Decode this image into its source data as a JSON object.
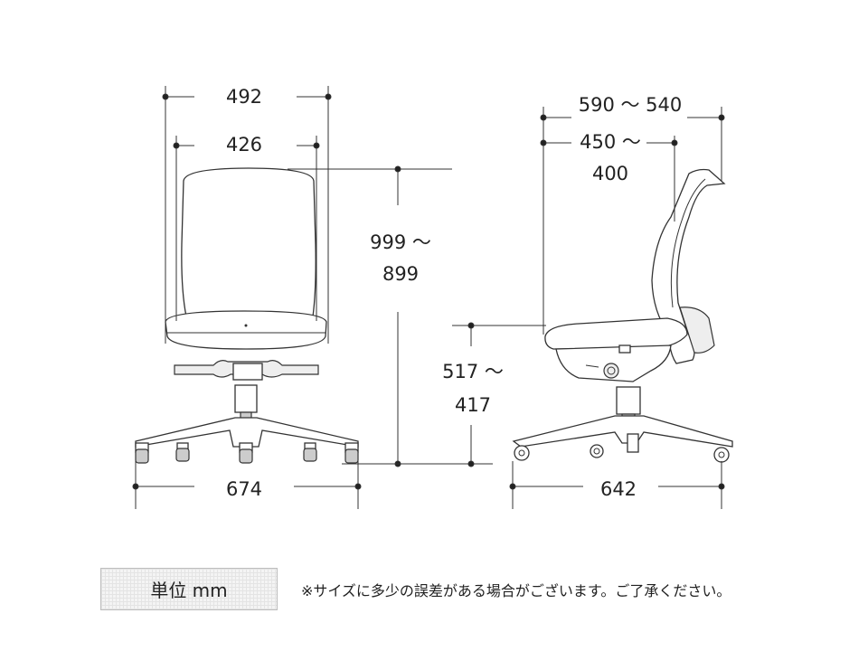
{
  "dimensions": {
    "front_overall_width": "492",
    "front_back_width": "426",
    "total_height": [
      "999 ～",
      "899"
    ],
    "base_front_width": "674",
    "side_overall_depth": "590 ～ 540",
    "side_seat_depth": [
      "450 ～",
      "400"
    ],
    "seat_height": [
      "517 ～",
      "417"
    ],
    "base_side_width": "642"
  },
  "legend": {
    "unit_label": "単位 mm",
    "note": "※サイズに多少の誤差がある場合がございます。ご了承ください。"
  },
  "icons": {
    "front_view": "office-chair-front-view",
    "side_view": "office-chair-side-view"
  }
}
